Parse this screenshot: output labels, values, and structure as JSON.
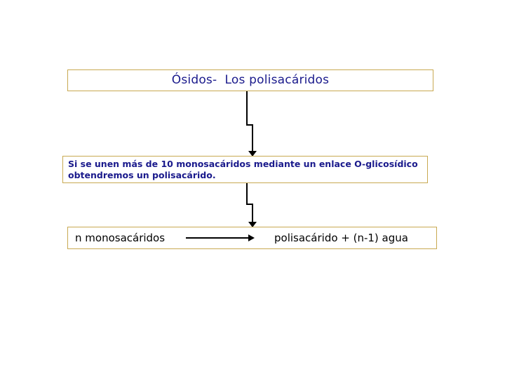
{
  "slide": {
    "background_color": "#ffffff",
    "box_border_color": "#c8a951",
    "heading_text_color": "#1a1a8c",
    "body_text_color": "#000000",
    "connector_color": "#000000"
  },
  "title_box": {
    "text": "Ósidos-  Los polisacáridos"
  },
  "statement_box": {
    "line1": "Si se unen más de 10 monosacáridos mediante un enlace O-glicosídico",
    "line2": "obtendremos un polisacárido."
  },
  "equation_box": {
    "reactants": "n monosacáridos",
    "arrow_icon": "right-arrow-icon",
    "products": "polisacárido + (n-1) agua"
  },
  "connectors": [
    {
      "name": "title-to-statement",
      "icon": "elbow-arrow-down-icon"
    },
    {
      "name": "statement-to-equation",
      "icon": "elbow-arrow-down-icon"
    }
  ]
}
